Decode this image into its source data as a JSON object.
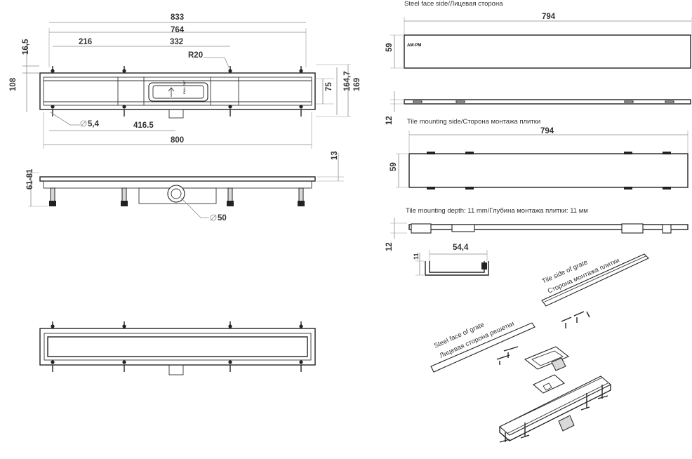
{
  "dimensions": {
    "d833": "833",
    "d764": "764",
    "d216": "216",
    "d332": "332",
    "r20": "R20",
    "d16_5": "16,5",
    "d108": "108",
    "d75": "75",
    "d164_7": "164,7",
    "d169": "169",
    "d5_4": "5,4",
    "d416_5": "416.5",
    "d800": "800",
    "d13": "13",
    "d61_81": "61-81",
    "d50": "50",
    "d794a": "794",
    "d59a": "59",
    "d12a": "12",
    "d794b": "794",
    "d59b": "59",
    "d12b": "12",
    "d54_4": "54,4",
    "d11": "11"
  },
  "captions": {
    "steel_face_side": "Steel face side/Лицевая сторона",
    "tile_mounting_side": "Tile mounting side/Сторона монтажа плитки",
    "tile_mounting_depth": "Tile mounting depth: 11 mm/Глубина монтажа плитки: 11 мм"
  },
  "exploded_labels": {
    "tile_side_en": "Tile side of grate",
    "tile_side_ru": "Сторона монтажа плитки",
    "steel_face_en": "Steel face of grate",
    "steel_face_ru": "Лицевая сторона решетки"
  },
  "trap_label": "PULL OUT",
  "logo_text": "AM·PM",
  "colors": {
    "line": "#222222",
    "dimension": "#8a8a8a",
    "background": "#ffffff"
  }
}
